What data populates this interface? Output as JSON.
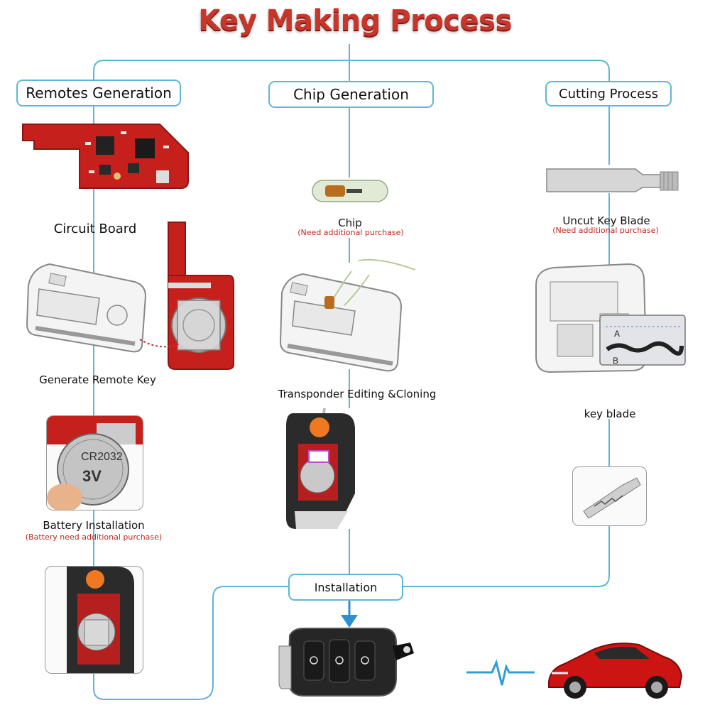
{
  "title": "Key Making Process",
  "colors": {
    "accent": "#c8362b",
    "line": "#5fb6d8",
    "note": "#c0281e"
  },
  "columns": {
    "remotes": {
      "heading": "Remotes Generation",
      "circuit_board": "Circuit Board",
      "generate_remote": "Generate Remote Key",
      "battery_installation": "Battery Installation",
      "battery_note": "(Battery need additional purchase)"
    },
    "chip": {
      "heading": "Chip Generation",
      "chip": "Chip",
      "chip_note": "(Need additional purchase)",
      "transponder": "Transponder Editing &Cloning"
    },
    "cutting": {
      "heading": "Cutting Process",
      "uncut_blade": "Uncut Key  Blade",
      "uncut_note": "(Need additional purchase)",
      "key_blade": "key blade",
      "graph_label_a": "A",
      "graph_label_b": "B"
    }
  },
  "installation": "Installation",
  "battery_text": {
    "model": "CR2032",
    "volts": "3V"
  },
  "icons": [
    "circuit-board-image",
    "key-programmer-image",
    "chip-image",
    "key-blade-image",
    "key-cutting-machine-image",
    "flip-key-image",
    "car-image",
    "heartbeat-icon"
  ]
}
